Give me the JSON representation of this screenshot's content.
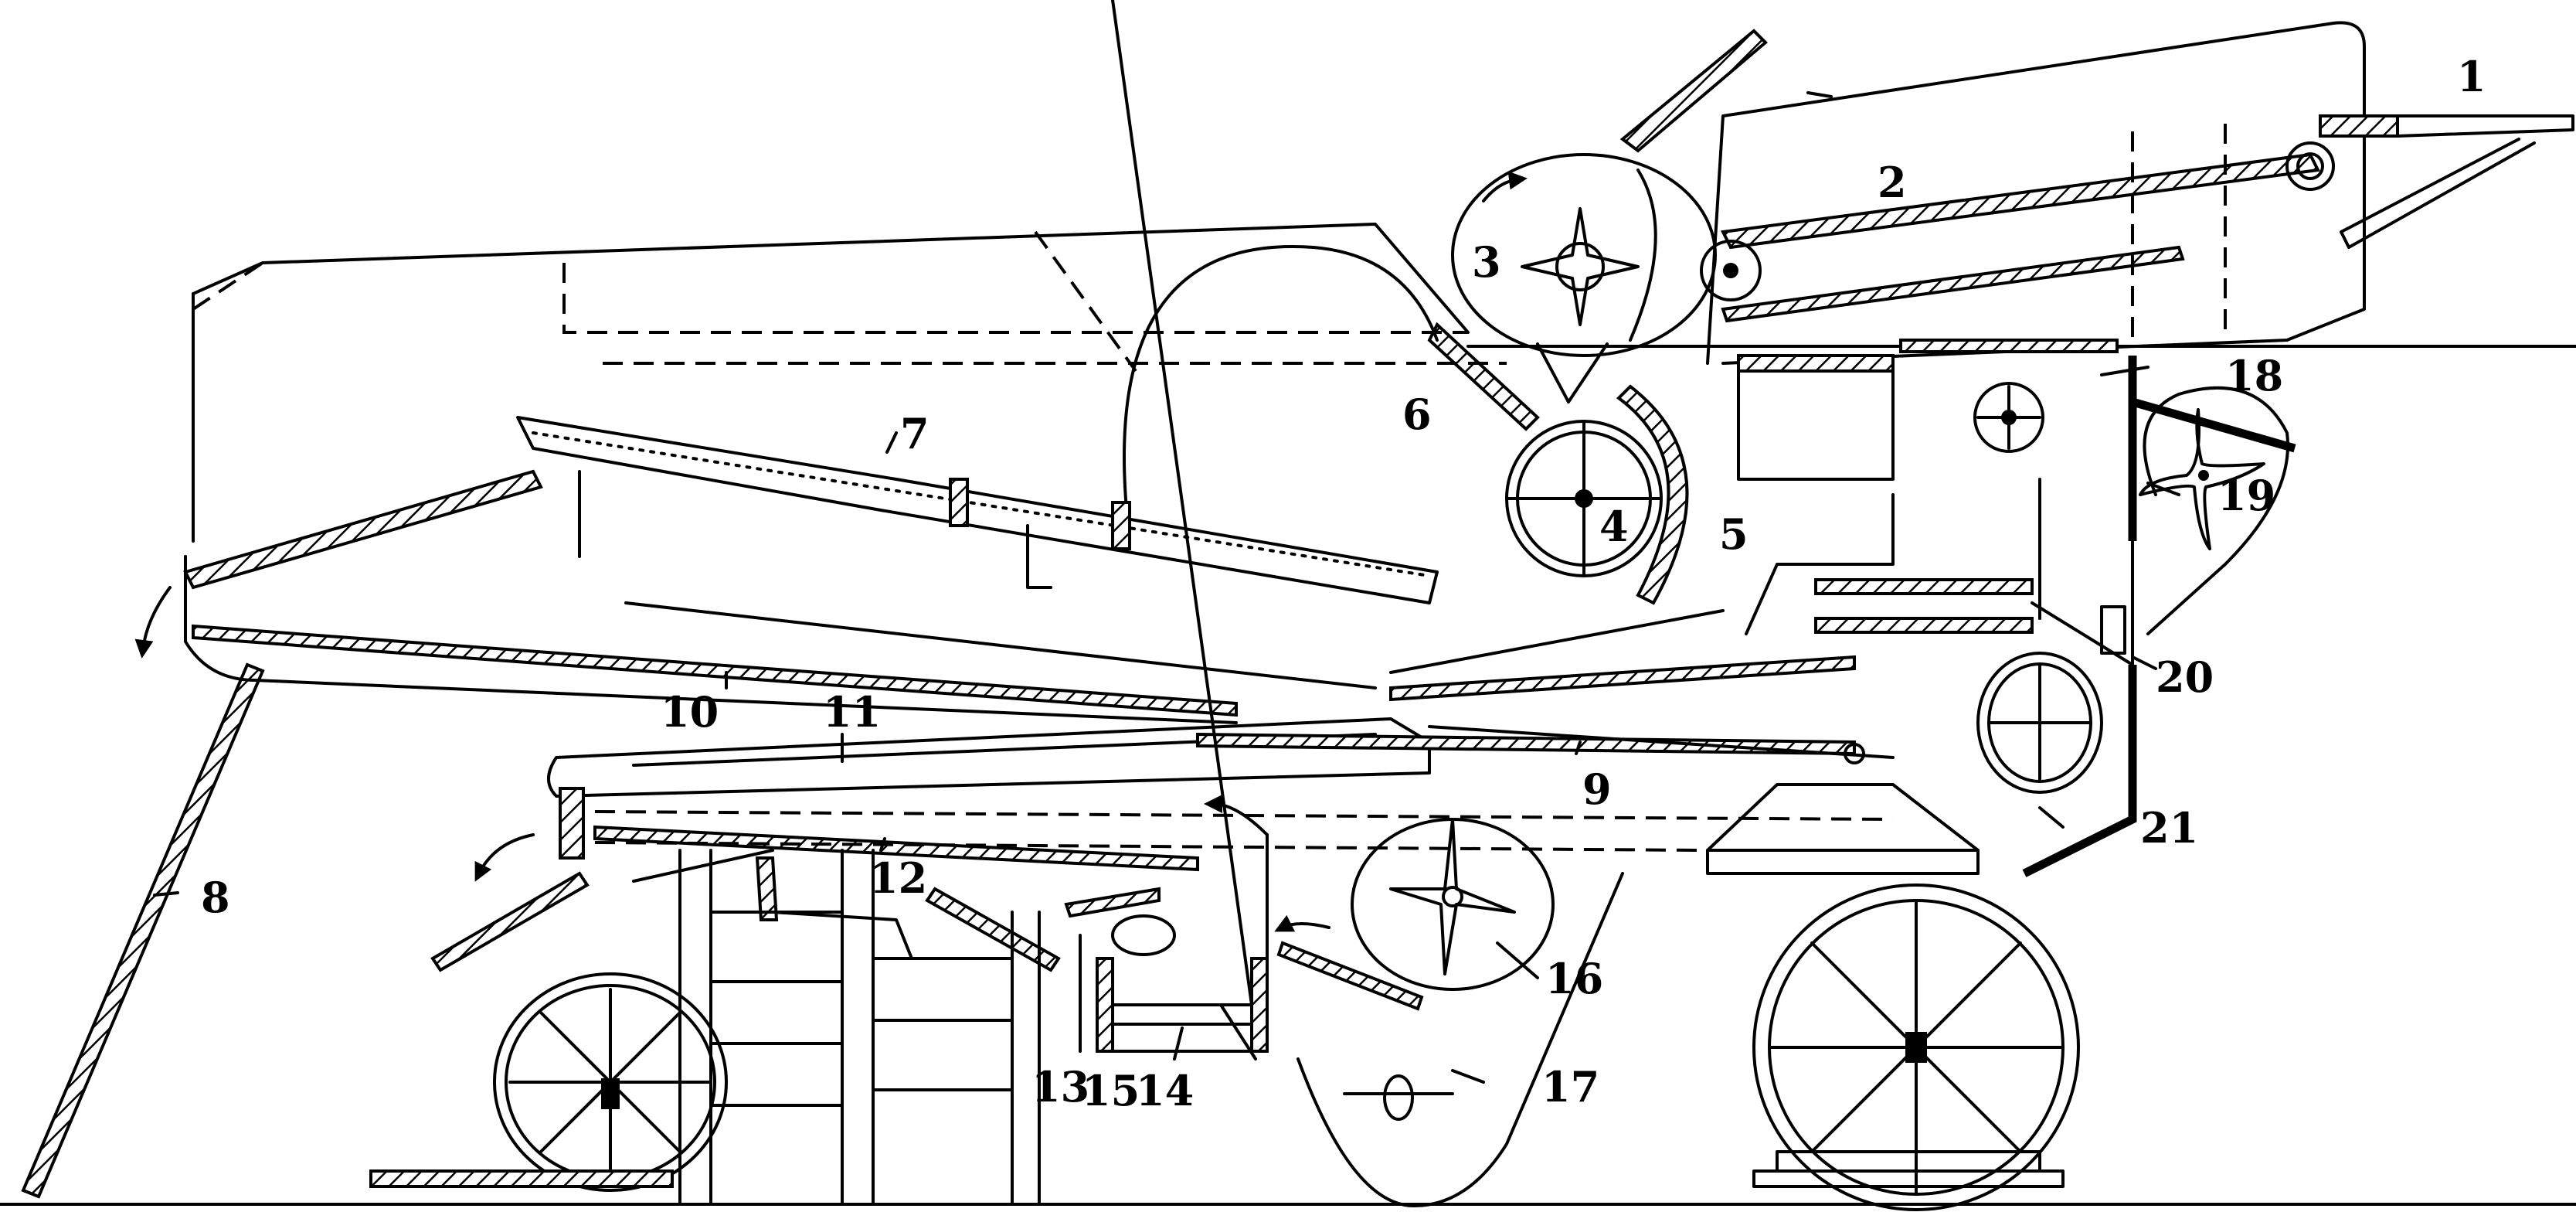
{
  "diagram": {
    "subject": "Threshing machine (combine) longitudinal section",
    "labels": [
      "1",
      "2",
      "3",
      "4",
      "5",
      "6",
      "7",
      "8",
      "9",
      "10",
      "11",
      "12",
      "13",
      "14",
      "15",
      "16",
      "17",
      "18",
      "19",
      "20",
      "21"
    ]
  }
}
